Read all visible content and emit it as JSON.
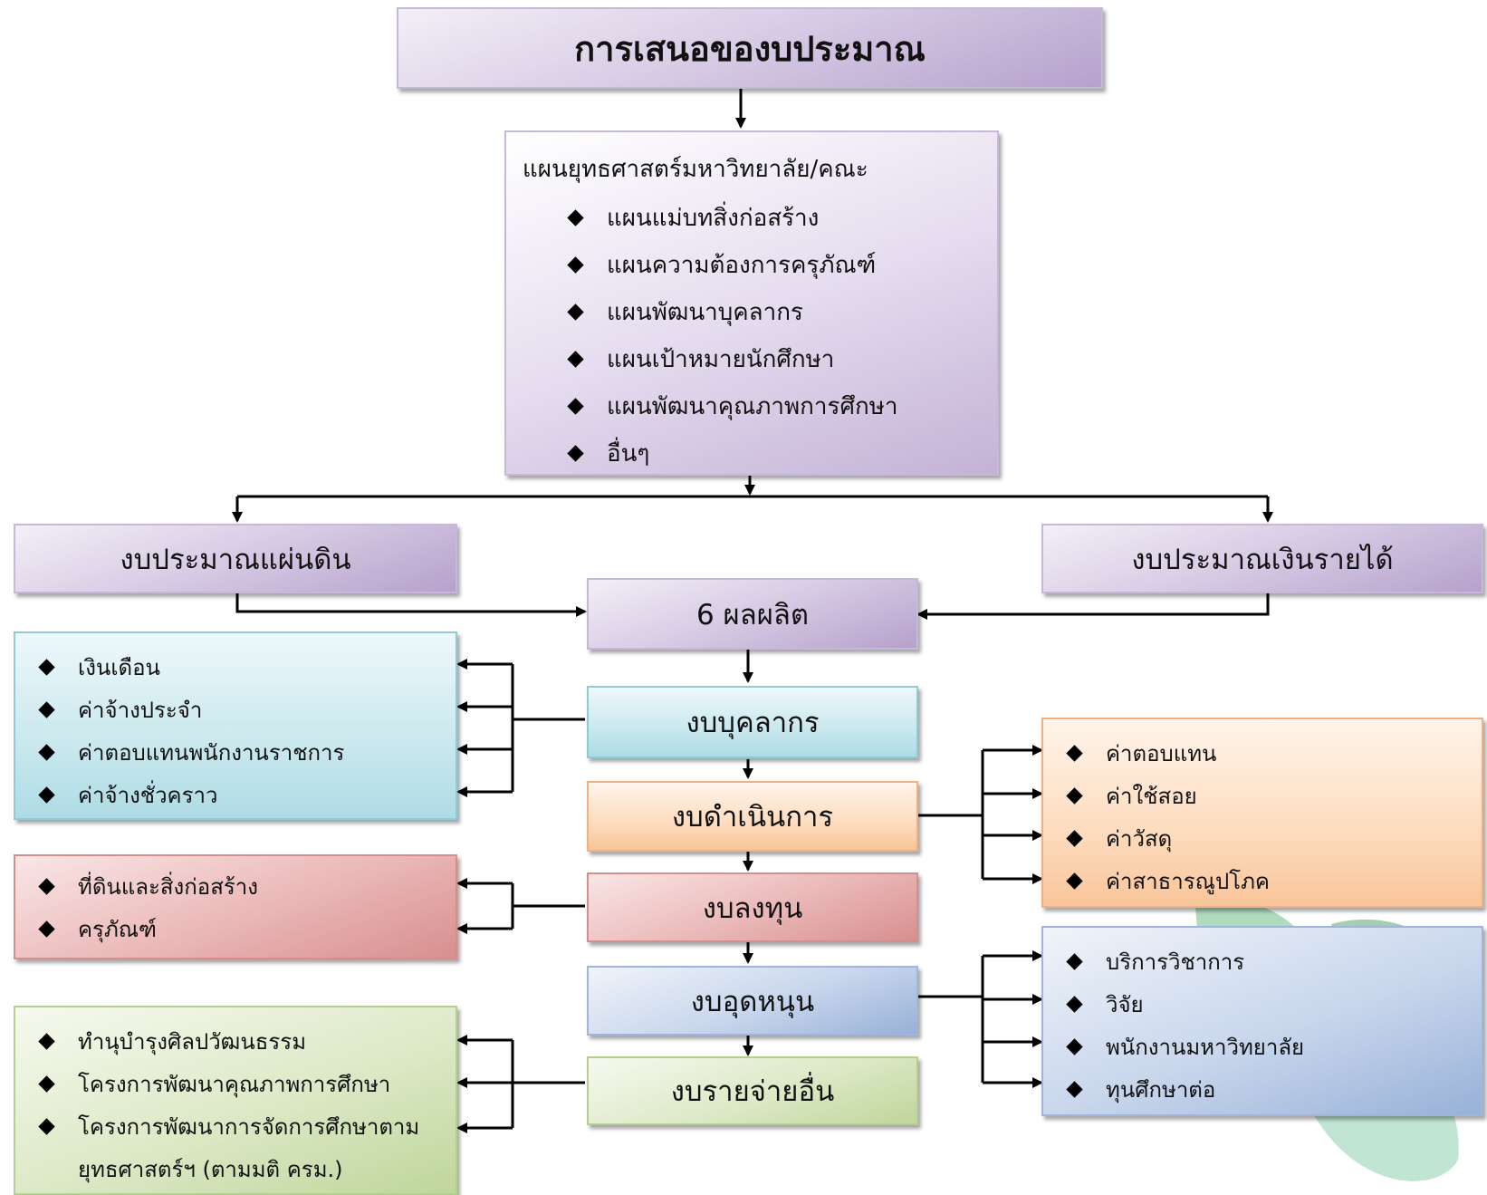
{
  "title": "การเสนอของบประมาณ",
  "strategic_plan": {
    "heading": "แผนยุทธศาสตร์มหาวิทยาลัย/คณะ",
    "items": [
      "แผนแม่บทสิ่งก่อสร้าง",
      "แผนความต้องการครุภัณฑ์",
      "แผนพัฒนาบุคลากร",
      "แผนเป้าหมายนักศึกษา",
      "แผนพัฒนาคุณภาพการศึกษา",
      "อื่นๆ"
    ]
  },
  "budget_sources": {
    "left": "งบประมาณแผ่นดิน",
    "right": "งบประมาณเงินรายได้"
  },
  "outputs": "6 ผลผลิต",
  "categories": {
    "personnel": {
      "label": "งบบุคลากร",
      "items": [
        "เงินเดือน",
        "ค่าจ้างประจำ",
        "ค่าตอบแทนพนักงานราชการ",
        "ค่าจ้างชั่วคราว"
      ]
    },
    "operations": {
      "label": "งบดำเนินการ",
      "items": [
        "ค่าตอบแทน",
        "ค่าใช้สอย",
        "ค่าวัสดุ",
        "ค่าสาธารณูปโภค"
      ]
    },
    "investment": {
      "label": "งบลงทุน",
      "items": [
        "ที่ดินและสิ่งก่อสร้าง",
        "ครุภัณฑ์"
      ]
    },
    "subsidy": {
      "label": "งบอุดหนุน",
      "items": [
        "บริการวิชาการ",
        "วิจัย",
        "พนักงานมหาวิทยาลัย",
        "ทุนศึกษาต่อ"
      ]
    },
    "other": {
      "label": "งบรายจ่ายอื่น",
      "items": [
        "ทำนุบำรุงศิลปวัฒนธรรม",
        "โครงการพัฒนาคุณภาพการศึกษา",
        "โครงการพัฒนาการจัดการศึกษาตาม",
        "ยุทธศาสตร์ฯ (ตามมติ ครม.)"
      ]
    }
  }
}
